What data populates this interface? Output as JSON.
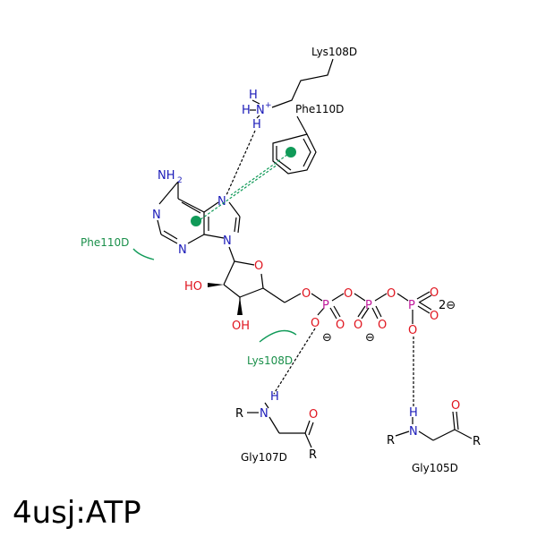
{
  "title": "4usj:ATP",
  "colors": {
    "bond": "#000000",
    "nitrogen": "#1a1ab8",
    "oxygen": "#e0141e",
    "phosphorus": "#c01a9c",
    "interaction": "#109a58",
    "label_green": "#1a8f4a"
  },
  "residues": {
    "lys_top": "Lys108D",
    "phe_top": "Phe110D",
    "phe_left": "Phe110D",
    "lys_mid": "Lys108D",
    "gly107": "Gly107D",
    "gly105": "Gly105D"
  },
  "atoms": {
    "h": "H",
    "n": "N",
    "o": "O",
    "p": "P",
    "r": "R",
    "nh2": "NH",
    "two": "2",
    "plus": "+",
    "minus": "⊖",
    "charge_2": "2⊖",
    "ho": "HO",
    "oh": "OH"
  }
}
